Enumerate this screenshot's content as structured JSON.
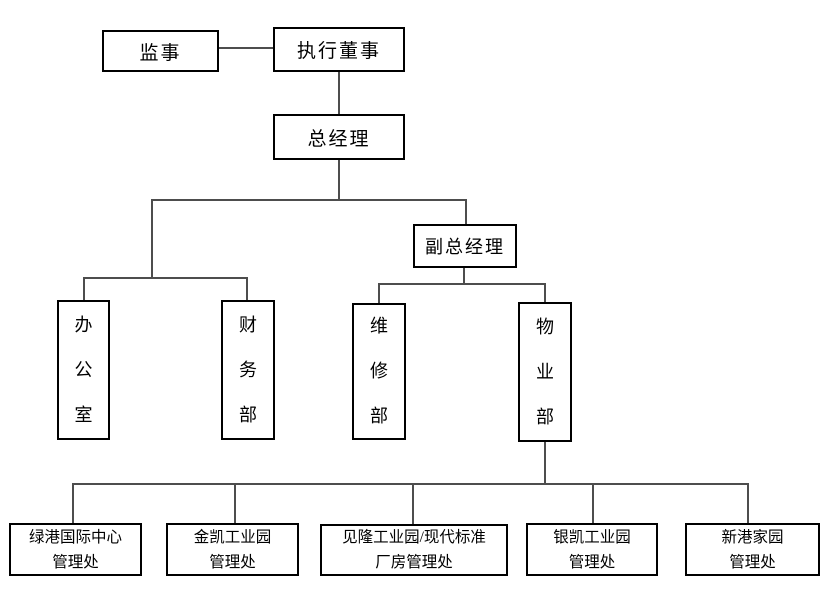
{
  "colors": {
    "box_border": "#000000",
    "connector": "#4d4d4d",
    "text": "#000000",
    "bg": "#ffffff"
  },
  "org_chart": {
    "type": "organizational-chart",
    "nodes": {
      "supervisor": {
        "label": "监事",
        "level": 1
      },
      "executive_director": {
        "label": "执行董事",
        "level": 1
      },
      "general_manager": {
        "label": "总经理",
        "level": 2,
        "reports_to": "executive_director"
      },
      "deputy_general_manager": {
        "label": "副总经理",
        "level": 3,
        "reports_to": "general_manager"
      },
      "office": {
        "label": "办\n公\n室",
        "level": 4,
        "reports_to": "general_manager"
      },
      "finance_dept": {
        "label": "财\n务\n部",
        "level": 4,
        "reports_to": "general_manager"
      },
      "maintenance_dept": {
        "label": "维\n修\n部",
        "level": 4,
        "reports_to": "deputy_general_manager"
      },
      "property_dept": {
        "label": "物\n业\n部",
        "level": 4,
        "reports_to": "deputy_general_manager"
      },
      "lvgang_international_center_office": {
        "label": "绿港国际中心\n管理处",
        "level": 5,
        "reports_to": "property_dept"
      },
      "jinkai_industrial_park_office": {
        "label": "金凯工业园\n管理处",
        "level": 5,
        "reports_to": "property_dept"
      },
      "jianlong_modern_standard_plant_office": {
        "label": "见隆工业园/现代标准\n厂房管理处",
        "level": 5,
        "reports_to": "property_dept"
      },
      "yinkai_industrial_park_office": {
        "label": "银凯工业园\n管理处",
        "level": 5,
        "reports_to": "property_dept"
      },
      "xingang_home_office": {
        "label": "新港家园\n管理处",
        "level": 5,
        "reports_to": "property_dept"
      }
    }
  }
}
